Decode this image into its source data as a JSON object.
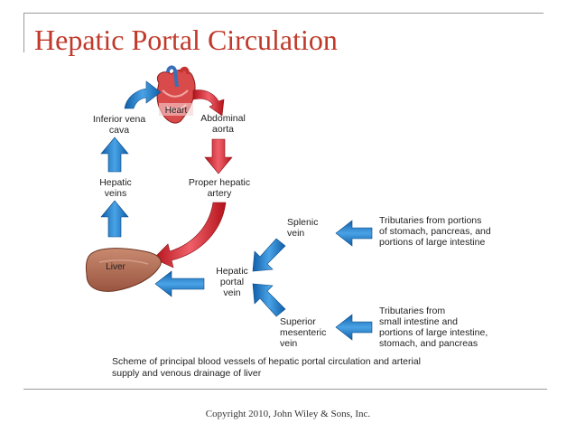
{
  "title": "Hepatic Portal Circulation",
  "labels": {
    "heart": "Heart",
    "liver": "Liver",
    "inferior_vena_cava": "Inferior vena\ncava",
    "abdominal_aorta": "Abdominal\naorta",
    "hepatic_veins": "Hepatic\nveins",
    "proper_hepatic_artery": "Proper hepatic\nartery",
    "splenic_vein": "Splenic\nvein",
    "hepatic_portal_vein": "Hepatic\nportal\nvein",
    "superior_mesenteric_vein": "Superior\nmesenteric\nvein",
    "tributaries_splenic": "Tributaries from portions\nof stomach, pancreas, and\nportions of large intestine",
    "tributaries_mesenteric": "Tributaries from\nsmall intestine and\nportions of large intestine,\nstomach, and pancreas"
  },
  "caption": "Scheme of principal blood vessels of hepatic portal circulation and arterial supply and venous drainage of liver",
  "footer": "Copyright 2010, John Wiley & Sons, Inc.",
  "colors": {
    "title": "#c0392b",
    "venous_arrow": "#2b7fc4",
    "arterial_arrow": "#d7262b",
    "liver": "#b56f55"
  }
}
